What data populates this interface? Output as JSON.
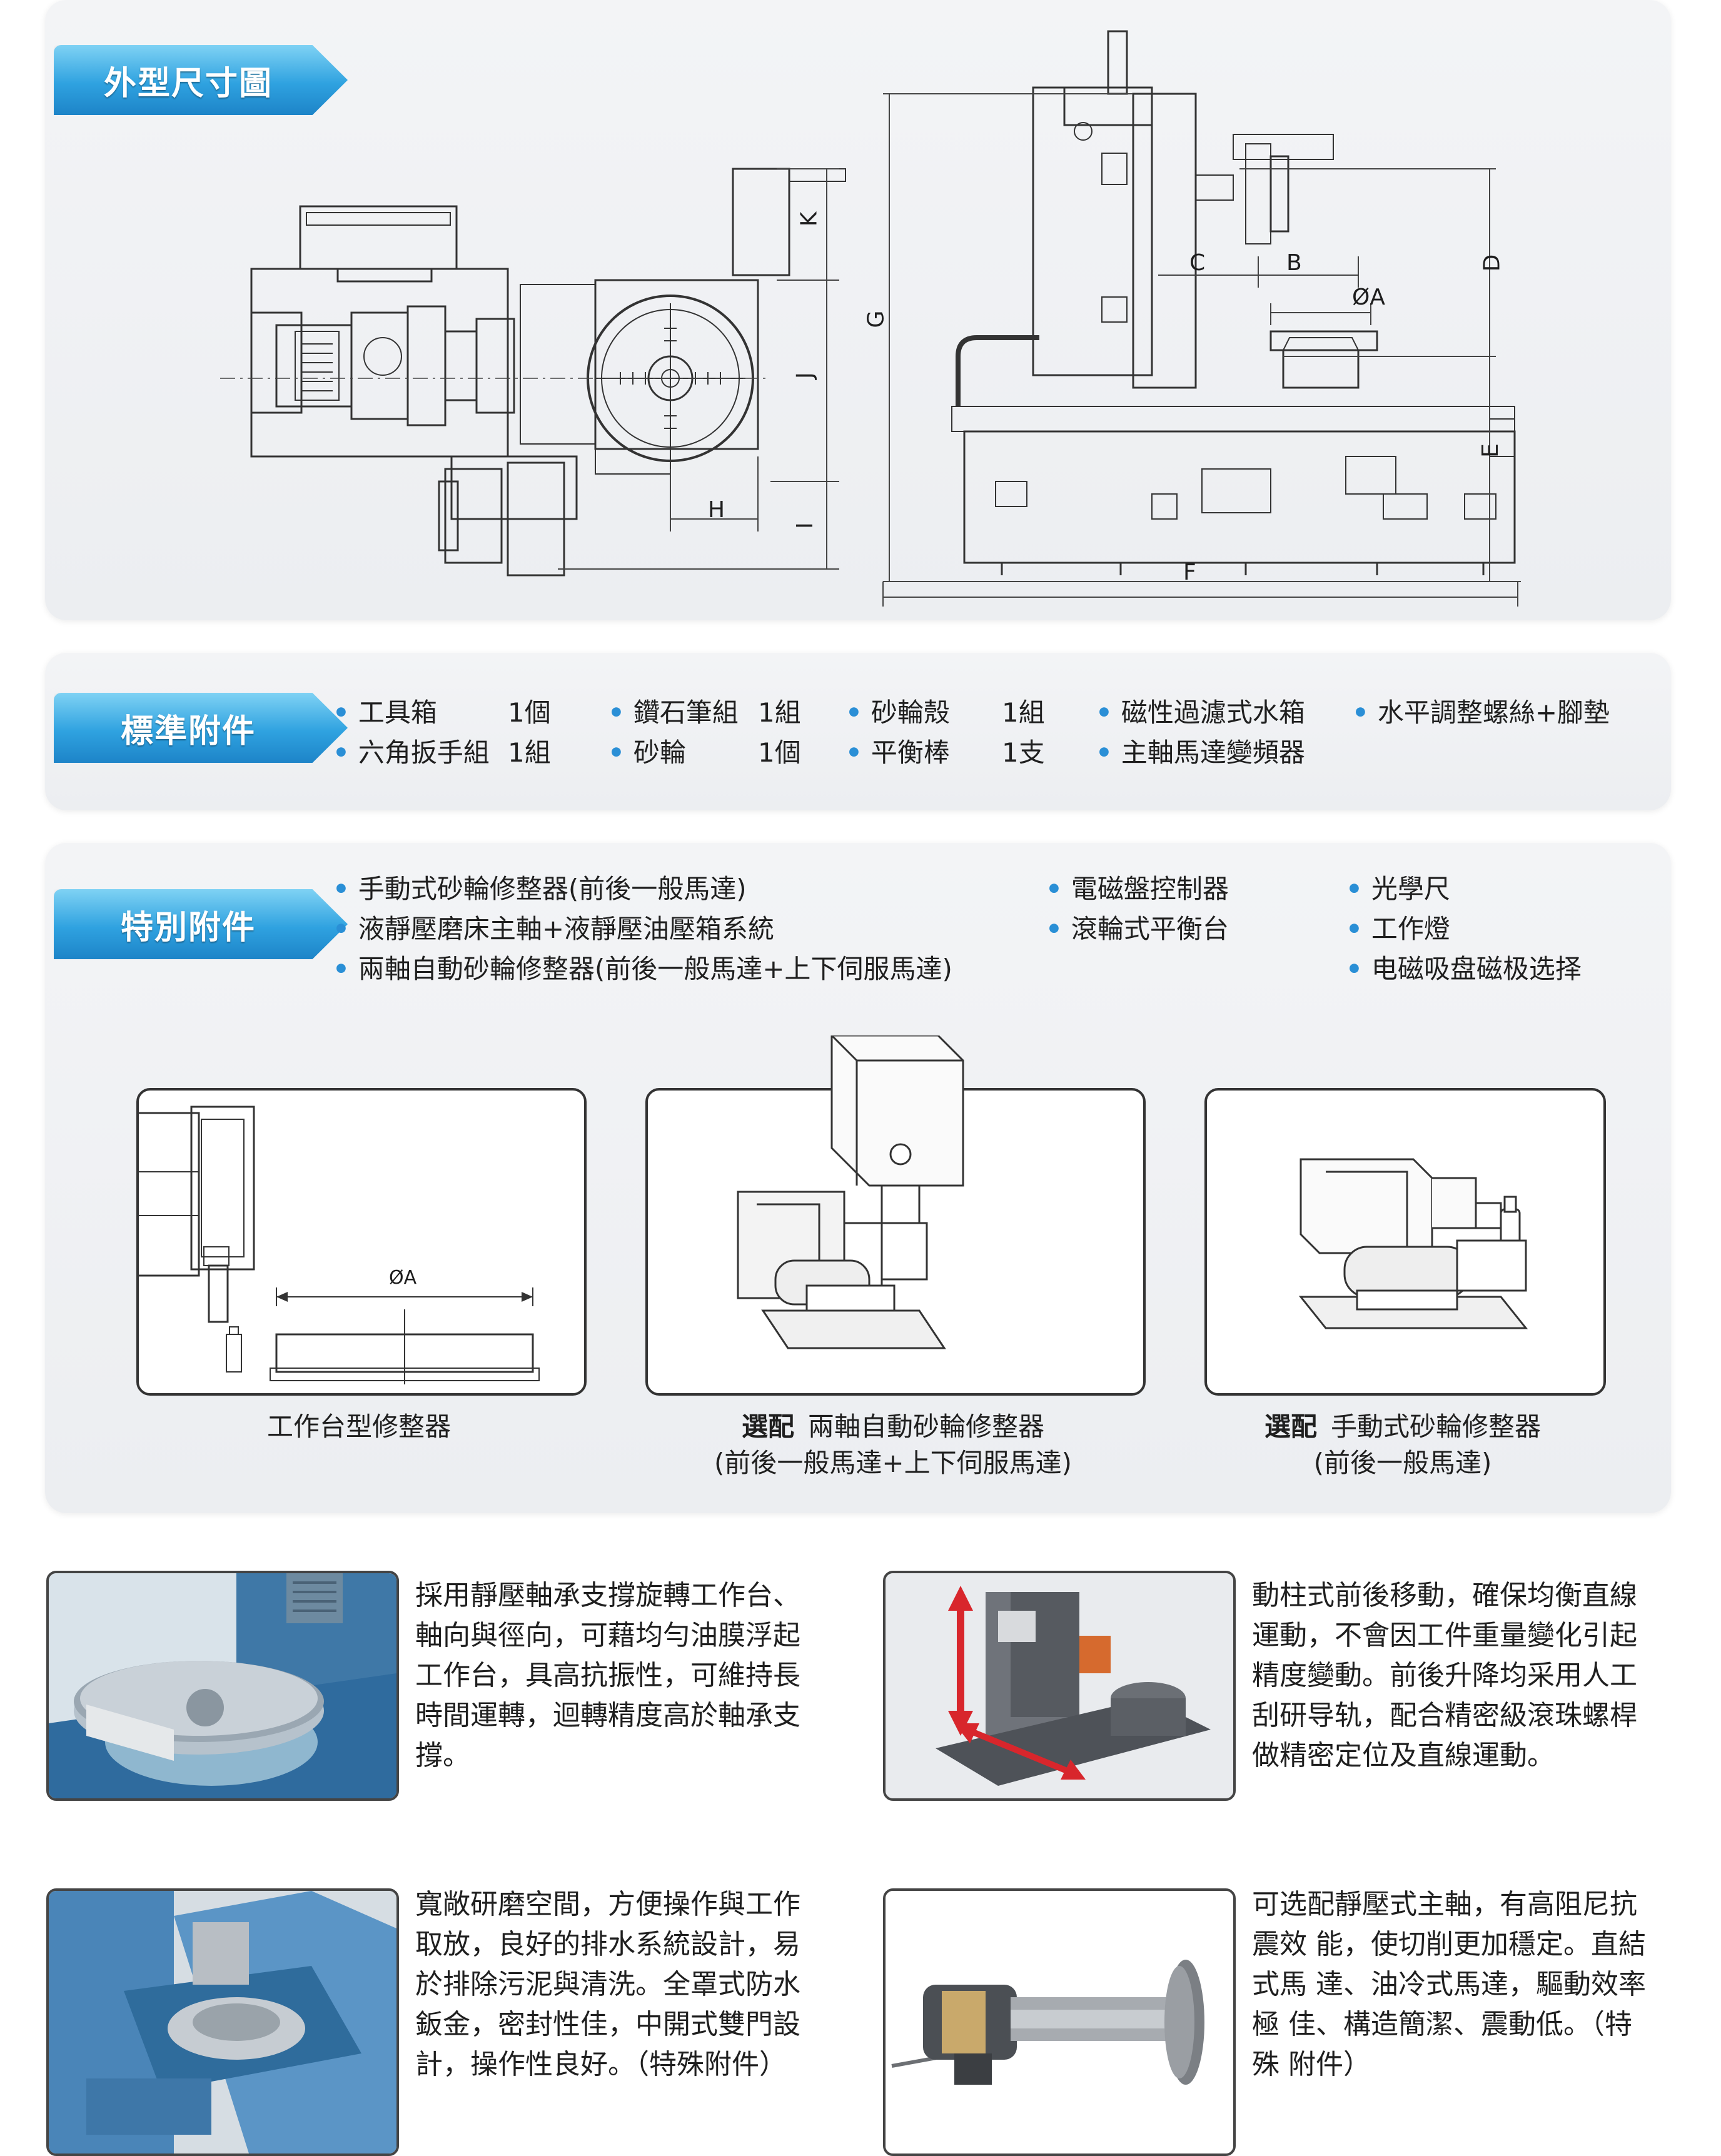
{
  "sections": {
    "dimensions": {
      "title": "外型尺寸圖"
    },
    "standard": {
      "title": "標準附件"
    },
    "special": {
      "title": "特別附件"
    }
  },
  "dimension_labels": {
    "K": "K",
    "J": "J",
    "H": "H",
    "I": "I",
    "G": "G",
    "C": "C",
    "B": "B",
    "D": "D",
    "A": "ØA",
    "E": "E",
    "F": "F"
  },
  "standard_items": [
    {
      "label": "工具箱",
      "qty": "1個"
    },
    {
      "label": "鑽石筆組",
      "qty": "1組"
    },
    {
      "label": "砂輪殼",
      "qty": "1組"
    },
    {
      "label": "磁性過濾式水箱",
      "qty": ""
    },
    {
      "label": "水平調整螺絲+腳墊",
      "qty": ""
    },
    {
      "label": "六角扳手組",
      "qty": "1組"
    },
    {
      "label": "砂輪",
      "qty": "1個"
    },
    {
      "label": "平衡棒",
      "qty": "1支"
    },
    {
      "label": "主軸馬達變頻器",
      "qty": ""
    }
  ],
  "special_items": [
    "手動式砂輪修整器(前後一般馬達)",
    "液靜壓磨床主軸+液靜壓油壓箱系統",
    "兩軸自動砂輪修整器(前後一般馬達+上下伺服馬達)",
    "電磁盤控制器",
    "滾輪式平衡台",
    "光學尺",
    "工作燈",
    "电磁吸盘磁极选择"
  ],
  "options": [
    {
      "tag": "",
      "name": "工作台型修整器",
      "sub": "",
      "dim": "ØA"
    },
    {
      "tag": "選配",
      "name": "兩軸自動砂輪修整器",
      "sub": "(前後一般馬達+上下伺服馬達)"
    },
    {
      "tag": "選配",
      "name": "手動式砂輪修整器",
      "sub": "(前後一般馬達)"
    }
  ],
  "features": [
    {
      "lines": [
        "採用靜壓軸承支撐旋轉工作台、",
        "軸向與徑向，可藉均勻油膜浮起",
        "工作台，具高抗振性，可維持長",
        "時間運轉，迴轉精度高於軸承支",
        "撐。"
      ]
    },
    {
      "lines": [
        "動柱式前後移動，確保均衡直線",
        "運動，不會因工件重量變化引起",
        "精度變動。前後升降均采用人工",
        "刮研导轨，配合精密級滾珠螺桿",
        "做精密定位及直線運動。"
      ]
    },
    {
      "lines": [
        "寬敞研磨空間，方便操作與工作",
        "取放，良好的排水系統設計，易",
        "於排除污泥與清洗。全罩式防水",
        "鈑金，密封性佳，中開式雙門設",
        "計，操作性良好。（特殊附件）"
      ]
    },
    {
      "lines": [
        "可选配靜壓式主軸，有高阻尼抗",
        "震效 能，使切削更加穩定。直結",
        "式馬 達、油冷式馬達，驅動效率",
        "極 佳、構造簡潔、震動低。（特",
        "殊 附件）"
      ]
    }
  ],
  "colors": {
    "tab": "#2fa2e0",
    "bullet": "#2a8fd6",
    "panel": "#eef0f3",
    "arrow": "#d8262c"
  }
}
